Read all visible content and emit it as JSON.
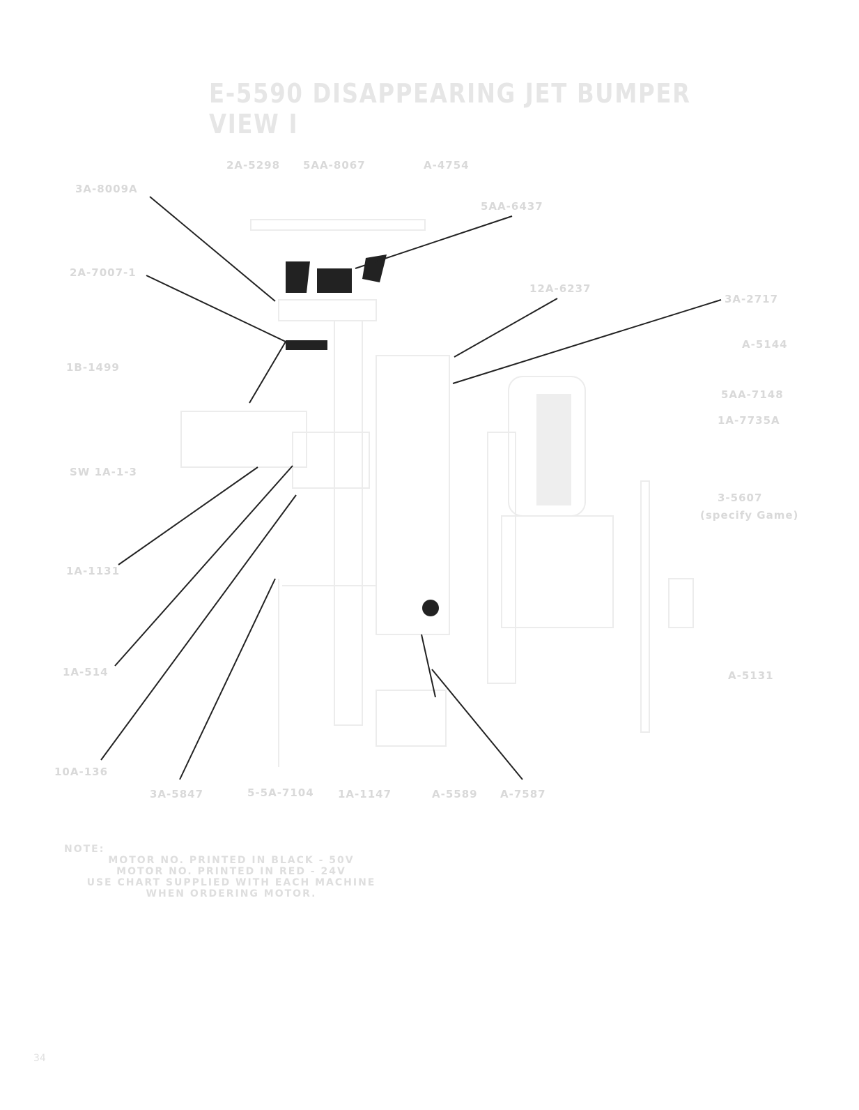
{
  "title": "E-5590 DISAPPEARING JET BUMPER VIEW I",
  "labels": {
    "l1": "2A-5298",
    "l2": "5AA-8067",
    "l3": "A-4754",
    "l4": "5AA-6437",
    "l5": "3A-8009A",
    "l6": "2A-7007-1",
    "l7": "12A-6237",
    "l8": "3A-2717",
    "l9": "1B-1499",
    "l10": "A-5144",
    "l11": "5AA-7148",
    "l12": "1A-7735A",
    "l13": "SW 1A-1-3",
    "l14": "3-5607",
    "l15": "(specify Game)",
    "l16": "1A-1131",
    "l17": "1A-514",
    "l18": "A-5131",
    "l19": "10A-136",
    "l20": "3A-5847",
    "l21": "5-5A-7104",
    "l22": "1A-1147",
    "l23": "A-5589",
    "l24": "A-7587"
  },
  "note": {
    "heading": "NOTE:",
    "lines": [
      "MOTOR NO. PRINTED IN BLACK - 50V",
      "MOTOR NO. PRINTED IN RED - 24V",
      "USE CHART SUPPLIED WITH EACH MACHINE",
      "WHEN ORDERING MOTOR."
    ]
  },
  "page_number": "34"
}
